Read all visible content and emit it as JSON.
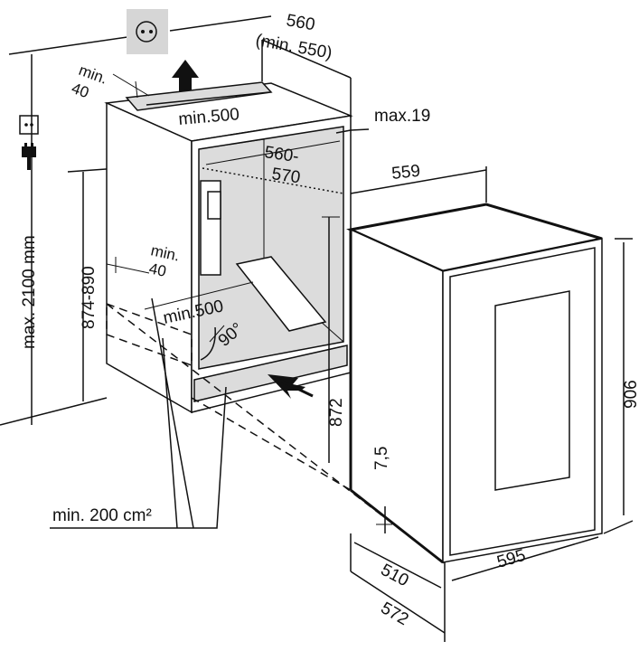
{
  "labels": {
    "dim_560_min550_l1": "560",
    "dim_560_min550_l2": "(min. 550)",
    "min40_top_l1": "min.",
    "min40_top_l2": "40",
    "min500_top": "min.500",
    "max19": "max.19",
    "dim_560_570_l1": "560-",
    "dim_560_570_l2": "570",
    "dim_559": "559",
    "max2100": "max. 2100 mm",
    "dim_874_890": "874-890",
    "min40_mid_l1": "min.",
    "min40_mid_l2": "40",
    "min500_mid": "min.500",
    "angle_90": "90°",
    "dim_872": "872",
    "dim_7_5": "7,5",
    "min200": "min. 200 cm²",
    "dim_510": "510",
    "dim_572": "572",
    "dim_595": "595",
    "dim_906": "906"
  }
}
